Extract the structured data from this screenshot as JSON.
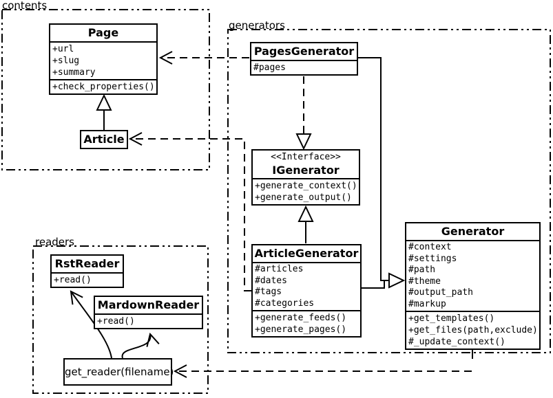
{
  "diagram": {
    "packages": {
      "contents": "contents",
      "generators": "generators",
      "readers": "readers"
    },
    "classes": {
      "page": {
        "name": "Page",
        "attributes": [
          "+url",
          "+slug",
          "+summary"
        ],
        "methods": [
          "+check_properties()"
        ]
      },
      "article": {
        "name": "Article"
      },
      "pages_generator": {
        "name": "PagesGenerator",
        "attributes": [
          "#pages"
        ]
      },
      "igenerator": {
        "stereotype": "<<Interface>>",
        "name": "IGenerator",
        "methods": [
          "+generate_context()",
          "+generate_output()"
        ]
      },
      "article_generator": {
        "name": "ArticleGenerator",
        "attributes": [
          "#articles",
          "#dates",
          "#tags",
          "#categories"
        ],
        "methods": [
          "+generate_feeds()",
          "+generate_pages()"
        ]
      },
      "generator": {
        "name": "Generator",
        "attributes": [
          "#context",
          "#settings",
          "#path",
          "#theme",
          "#output_path",
          "#markup"
        ],
        "methods": [
          "+get_templates()",
          "+get_files(path,exclude)",
          "#_update_context()"
        ]
      },
      "rst_reader": {
        "name": "RstReader",
        "methods": [
          "+read()"
        ]
      },
      "mardown_reader": {
        "name": "MardownReader",
        "methods": [
          "+read()"
        ]
      },
      "get_reader": {
        "label": "get_reader(filename)"
      }
    },
    "colors": {
      "line": "#000000",
      "background": "#ffffff",
      "box_fill": "#ffffff"
    }
  }
}
